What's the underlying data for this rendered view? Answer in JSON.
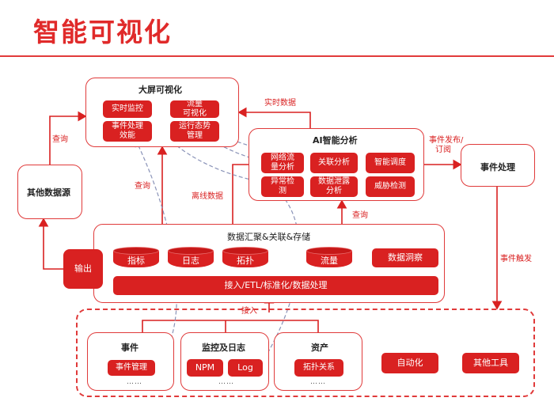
{
  "title": "智能可视化",
  "big_screen": {
    "label": "大屏可视化",
    "items": [
      {
        "lines": [
          "实时监控"
        ]
      },
      {
        "lines": [
          "流量",
          "可视化"
        ]
      },
      {
        "lines": [
          "事件处理",
          "效能"
        ]
      },
      {
        "lines": [
          "运行态势",
          "管理"
        ]
      }
    ]
  },
  "ai": {
    "label": "AI智能分析",
    "items": [
      {
        "lines": [
          "网络流",
          "量分析"
        ]
      },
      {
        "lines": [
          "关联分析"
        ]
      },
      {
        "lines": [
          "智能调度"
        ]
      },
      {
        "lines": [
          "异常检",
          "测"
        ]
      },
      {
        "lines": [
          "数据泄露",
          "分析"
        ]
      },
      {
        "lines": [
          "威胁检测"
        ]
      }
    ]
  },
  "other_sources": "其他数据源",
  "event_handling": "事件处理",
  "aggregation": {
    "label": "数据汇聚&关联&存储",
    "stores": [
      "指标",
      "日志",
      "拓扑",
      "流量"
    ],
    "insight": "数据洞察",
    "pipeline": "接入/ETL/标准化/数据处理"
  },
  "output": "输出",
  "sources": {
    "events": {
      "label": "事件",
      "item": "事件管理",
      "dots": "……"
    },
    "monitoring": {
      "label": "监控及日志",
      "items": [
        "NPM",
        "Log"
      ],
      "dots": "……"
    },
    "assets": {
      "label": "资产",
      "item": "拓扑关系",
      "dots": "……"
    },
    "automation": "自动化",
    "other_tools": "其他工具"
  },
  "edge_labels": {
    "query_left": "查询",
    "realtime_data": "实时数据",
    "query_mid": "查询",
    "offline_data": "离线数据",
    "query_right": "查询",
    "event_publish": [
      "事件发布/",
      "订阅"
    ],
    "event_trigger": "事件触发",
    "ingest": "接入"
  },
  "colors": {
    "accent": "#d92121",
    "border": "#e03a3a",
    "dashed": "#8a93b8"
  }
}
